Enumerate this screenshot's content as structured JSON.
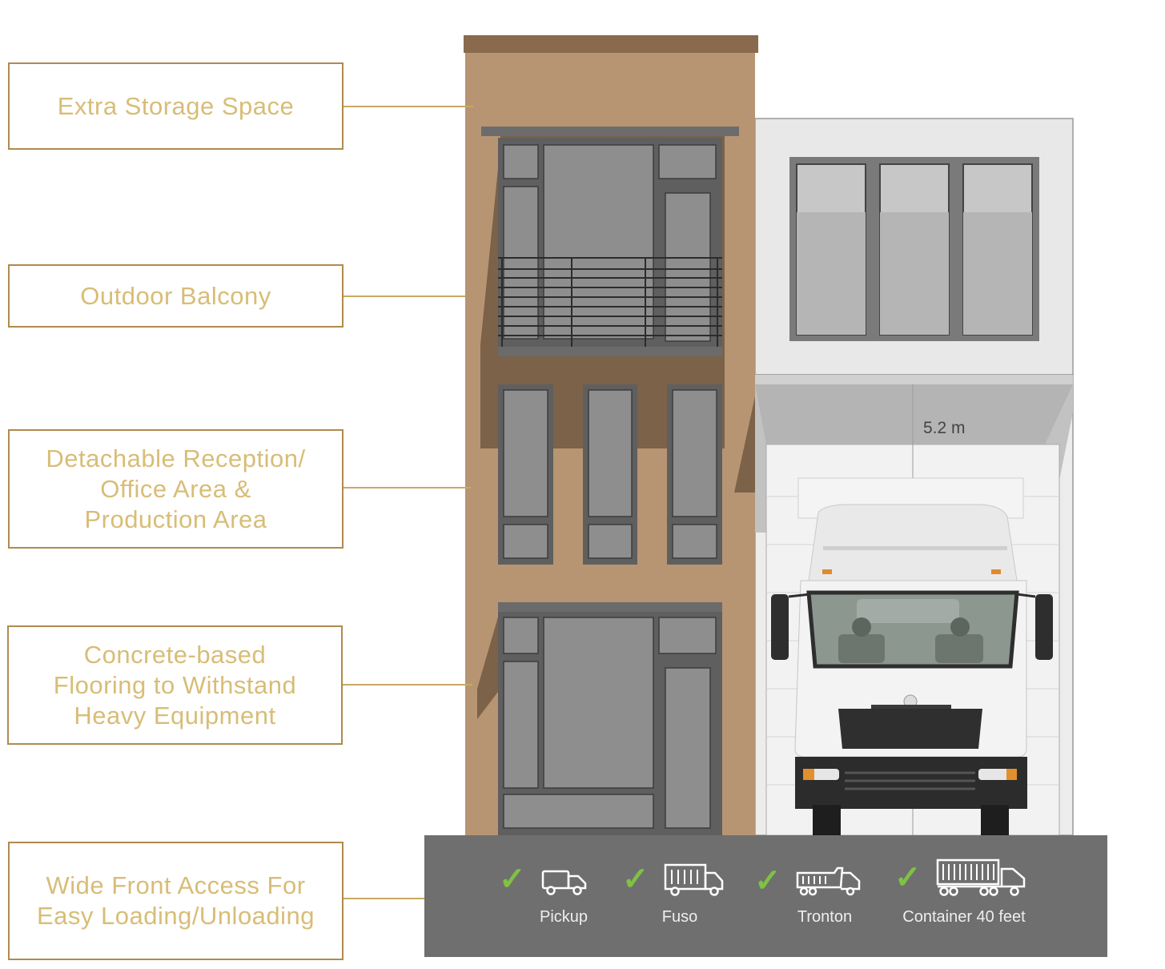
{
  "callouts": [
    {
      "text": "Extra Storage Space"
    },
    {
      "text": "Outdoor Balcony"
    },
    {
      "text": "Detachable Reception/\nOffice Area &\nProduction Area"
    },
    {
      "text": "Concrete-based\nFlooring to Withstand\nHeavy Equipment"
    },
    {
      "text": "Wide Front Access For\nEasy Loading/Unloading"
    }
  ],
  "dimension_label": "5.2 m",
  "vehicles": [
    {
      "label": "Pickup",
      "icon": "pickup-truck-icon",
      "supported": true
    },
    {
      "label": "Fuso",
      "icon": "fuso-truck-icon",
      "supported": true
    },
    {
      "label": "Tronton",
      "icon": "tronton-dump-truck-icon",
      "supported": true
    },
    {
      "label": "Container 40 feet",
      "icon": "container-truck-icon",
      "supported": true
    }
  ],
  "colors": {
    "callout_border": "#b08a4e",
    "callout_text": "#d8bd77",
    "facade": "#b79572",
    "shadow": "#7b6249",
    "window": "#8a8a8a",
    "frame": "#555555",
    "bar": "#6f6f6f",
    "check": "#7fc241"
  }
}
